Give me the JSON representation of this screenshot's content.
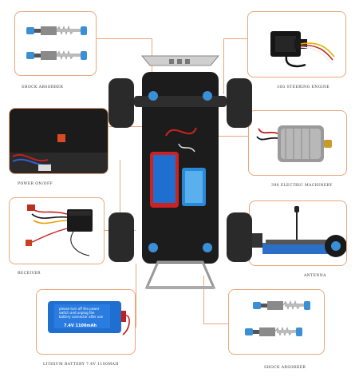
{
  "labels": {
    "shock_top": "SHOCK ABSORBER",
    "steering": "16G STEERING ENGINE",
    "power": "POWER ON/OFF",
    "motor": "390 ELECTRIC MACHINERY",
    "receiver": "RECEIVER",
    "antenna": "ANTENNA",
    "battery": "LITHIUM BATTERY 7.4V 1100MAH",
    "shock_bottom": "SHOCK ABSORBER"
  },
  "battery_sticker": {
    "line1": "please turn off the power",
    "line2": "switch and unplug the",
    "line3": "battery connector after use",
    "spec": "7.4V 1100mAh"
  },
  "colors": {
    "accent": "#e9a77a",
    "shock_blue": "#3a8fd6",
    "battery_blue": "#1f6fd1",
    "chassis": "#1c1c1c"
  }
}
